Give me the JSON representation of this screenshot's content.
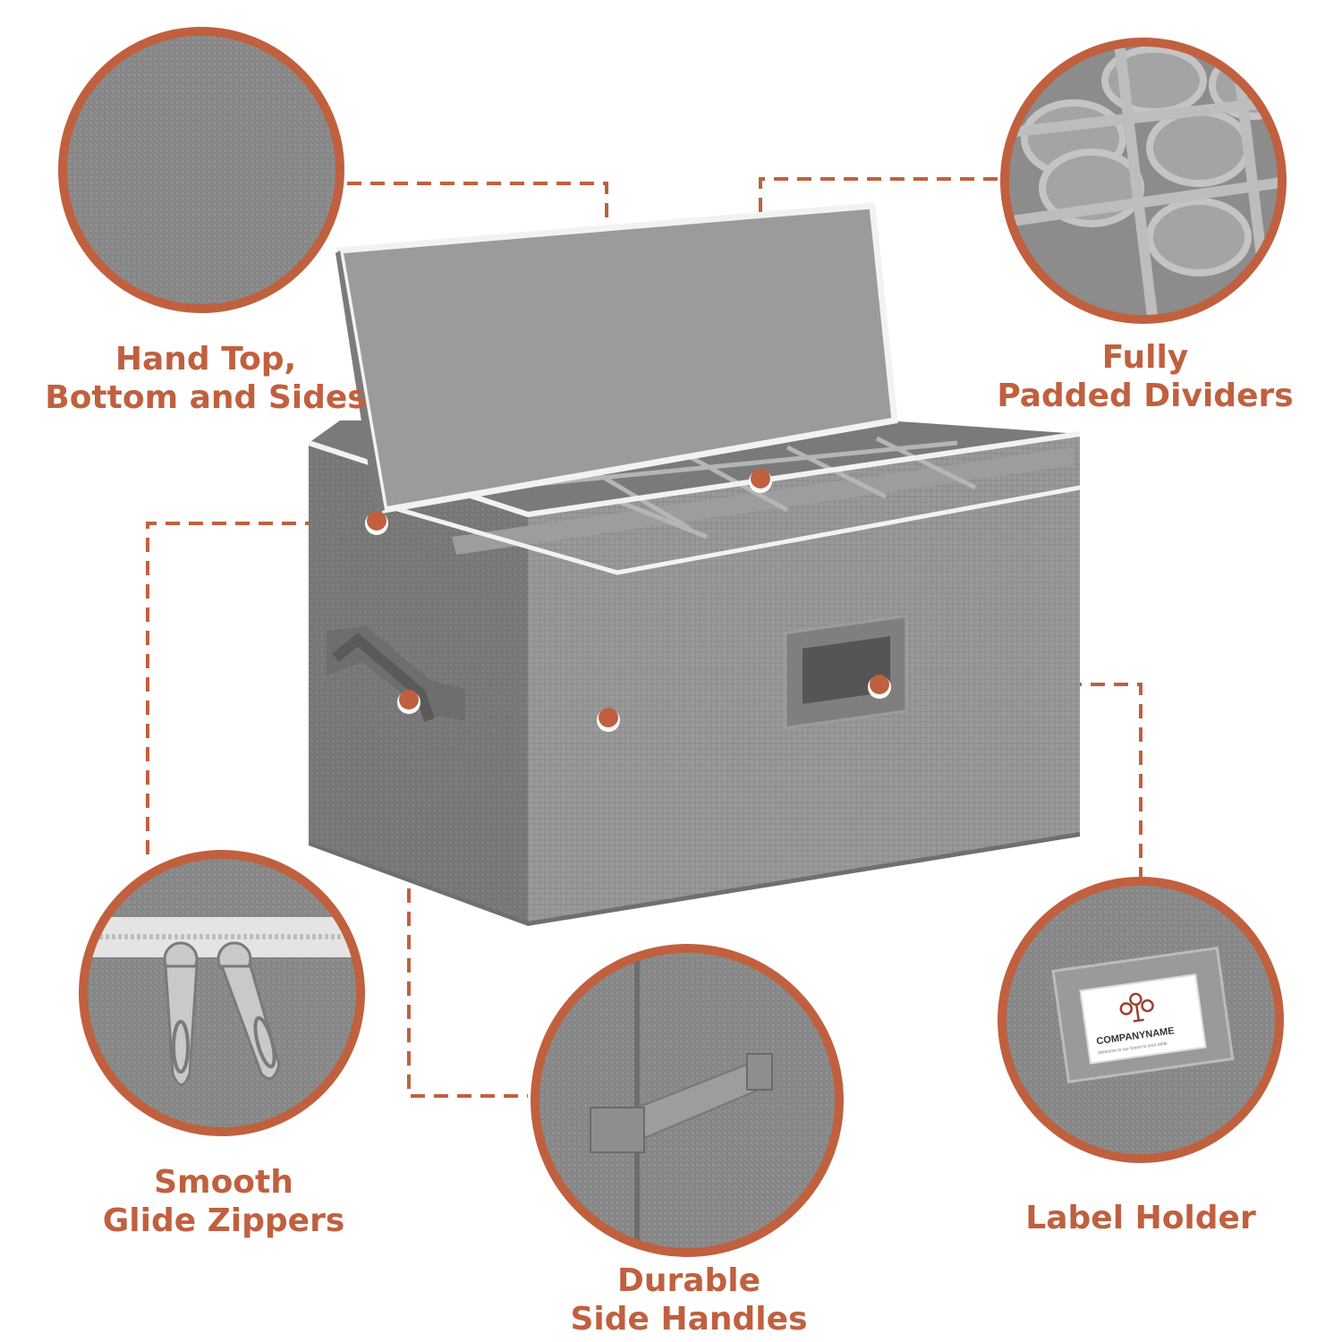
{
  "colors": {
    "accent": "#c0603f",
    "fabric": "#8a8a8a",
    "fabric_dark": "#6f6f6f",
    "fabric_light": "#a5a5a5",
    "piping": "#f2f2f2"
  },
  "features": {
    "hand_top": {
      "line1": "Hand Top,",
      "line2": "Bottom and Sides"
    },
    "dividers": {
      "line1": "Fully",
      "line2": "Padded Dividers"
    },
    "zippers": {
      "line1": "Smooth",
      "line2": "Glide Zippers"
    },
    "label_holder": {
      "line1": "Label Holder"
    },
    "handles": {
      "line1": "Durable",
      "line2": "Side Handles"
    }
  },
  "label_card": {
    "company": "COMPANYNAME",
    "tagline": "Welcome to our brand to your table"
  }
}
